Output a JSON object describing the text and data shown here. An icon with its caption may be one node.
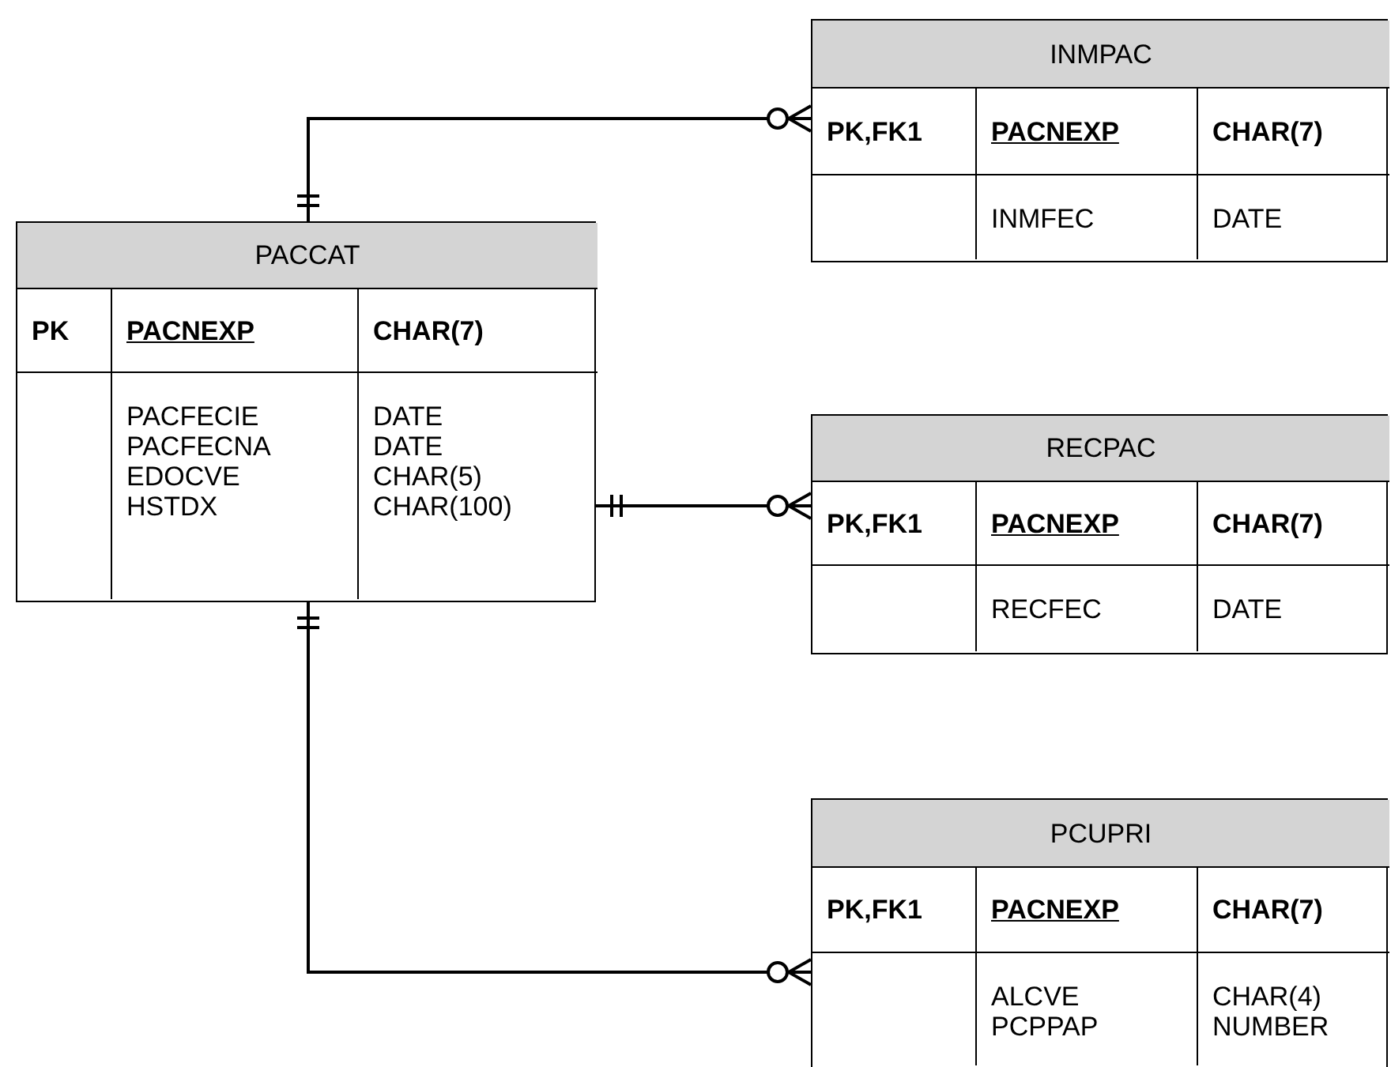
{
  "diagram": {
    "nodes": [
      {
        "text": [
          "PACCAT",
          "PK",
          "PACNEXP",
          "CHAR(7)",
          "PACFECIE",
          "DATE",
          "PACFECNA",
          "DATE",
          "EDOCVE",
          "CHAR(5)",
          "HSTDX",
          "CHAR(100)"
        ]
      },
      {
        "text": [
          "INMPAC",
          "PK,FK1",
          "PACNEXP",
          "CHAR(7)",
          "INMFEC",
          "DATE"
        ]
      },
      {
        "text": [
          "RECPAC",
          "PK,FK1",
          "PACNEXP",
          "CHAR(7)",
          "RECFEC",
          "DATE"
        ]
      },
      {
        "text": [
          "PCUPRI",
          "PK,FK1",
          "PACNEXP",
          "CHAR(7)",
          "ALCVE",
          "CHAR(4)",
          "PCPPAP",
          "NUMBER"
        ]
      }
    ],
    "edges": [
      {
        "from": 0,
        "to": 1,
        "arrow": "other"
      },
      {
        "from": 0,
        "to": 2,
        "arrow": "other"
      },
      {
        "from": 0,
        "to": 3,
        "arrow": "other"
      }
    ]
  }
}
